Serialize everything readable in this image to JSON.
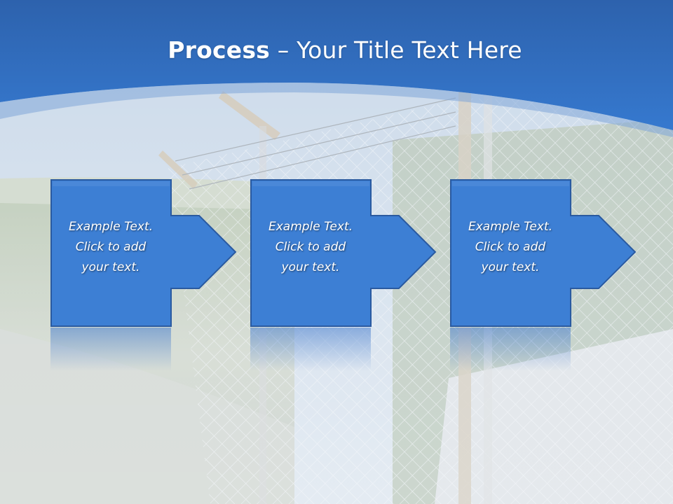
{
  "title": {
    "bold_part": "Process",
    "rest": " – Your Title Text Here"
  },
  "steps": [
    {
      "line1": "Example Text.",
      "line2": "Click  to add",
      "line3": "your text."
    },
    {
      "line1": "Example Text.",
      "line2": "Click  to add",
      "line3": "your text."
    },
    {
      "line1": "Example Text.",
      "line2": "Click  to add",
      "line3": "your text."
    }
  ],
  "colors": {
    "header_blue": "#2f6fc4",
    "box_blue": "#3d7fd4",
    "box_border": "#2a5aa0"
  }
}
